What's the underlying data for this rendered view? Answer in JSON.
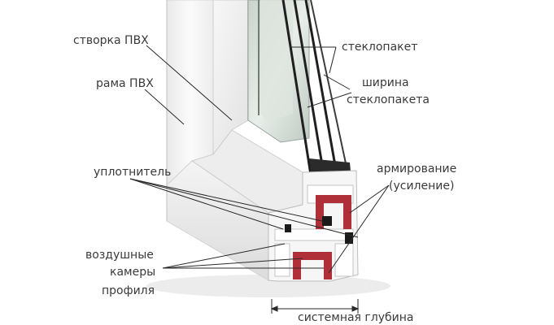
{
  "labels": {
    "sash": "створка ПВХ",
    "frame": "рама ПВХ",
    "glass_unit": "стеклопакет",
    "glass_width_1": "ширина",
    "glass_width_2": "стеклопакета",
    "seal": "уплотнитель",
    "reinforcement_1": "армирование",
    "reinforcement_2": "(усиление)",
    "air_1": "воздушные",
    "air_2": "камеры",
    "air_3": "профиля",
    "depth": "системная глубина"
  },
  "colors": {
    "text": "#3a3a3a",
    "leader": "#2a2a2a",
    "pvc": "#f2f2f2",
    "pvc_shadow": "#d8d8d8",
    "reinforcement": "#b0303a",
    "glass": "#8a9a8e",
    "spacer": "#2b2b2b",
    "seal": "#1a1a1a",
    "glass_green": "#3c8a5c"
  }
}
